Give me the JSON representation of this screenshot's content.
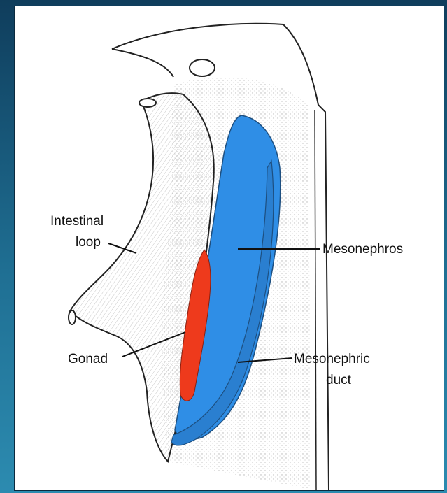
{
  "labels": {
    "intestinal_loop_line1": "Intestinal",
    "intestinal_loop_line2": "loop",
    "mesonephros": "Mesonephros",
    "gonad": "Gonad",
    "mesonephric_duct_line1": "Mesonephric",
    "mesonephric_duct_line2": "duct"
  },
  "colors": {
    "mesonephros": "#2f8ee6",
    "gonad": "#ee3a1c",
    "background": "#1a5a7d"
  }
}
